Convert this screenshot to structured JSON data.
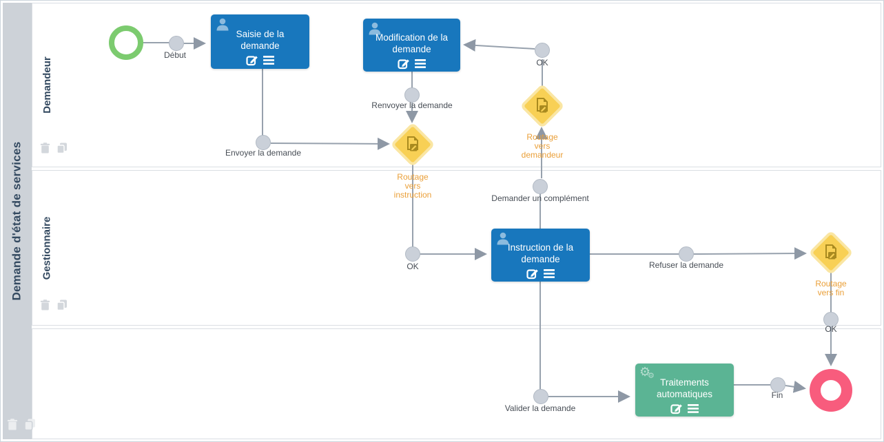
{
  "pool": {
    "title": "Demande d'état de services"
  },
  "lanes": [
    {
      "label": "Demandeur"
    },
    {
      "label": "Gestionnaire"
    },
    {
      "label": ""
    }
  ],
  "tasks": {
    "saisie": "Saisie de la demande",
    "modification": "Modification de la demande",
    "instruction": "Instruction de la demande",
    "traitements": "Traitements automatiques"
  },
  "gateways": {
    "g1": {
      "lines": [
        "Routage",
        "vers",
        "instruction"
      ]
    },
    "g2": {
      "lines": [
        "Routage",
        "vers",
        "demandeur"
      ]
    },
    "g3": {
      "lines": [
        "Routage",
        "vers fin"
      ]
    }
  },
  "labels": {
    "debut": "Début",
    "envoyer": "Envoyer la demande",
    "renvoyer": "Renvoyer la demande",
    "ok_top": "OK",
    "demander": "Demander un complément",
    "ok_mid": "OK",
    "refuser": "Refuser la demande",
    "ok_right": "OK",
    "valider": "Valider la demande",
    "fin": "Fin"
  },
  "icons": {
    "gear_glyph": "⚙",
    "names": [
      "user-icon",
      "gears-icon",
      "edit-icon",
      "menu-icon",
      "document-edit-icon",
      "trash-icon",
      "copy-icon"
    ]
  },
  "colors": {
    "task_blue": "#1877BD",
    "task_teal": "#5BB494",
    "start_green": "#7CCB6F",
    "end_pink": "#F85C7D",
    "gateway_yellow": "#F8D055",
    "gateway_border": "#FAE6A3",
    "gateway_icon": "#A98A1F",
    "label_orange": "#EA9F38",
    "line_gray": "#97A1AD",
    "dot_fill": "#CAD0D9",
    "dot_border": "#B1B9C4",
    "pool_gray": "#CDD2D8",
    "lane_border": "#DADEE3",
    "title_navy": "#334960",
    "label_gray": "#474D55"
  }
}
